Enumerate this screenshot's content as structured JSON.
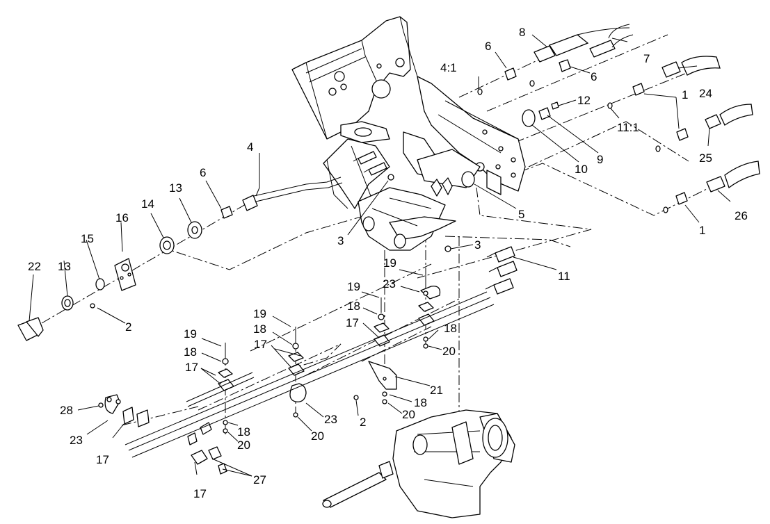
{
  "diagram": {
    "type": "exploded-parts-view",
    "callouts": [
      {
        "id": "c1a",
        "label": "1"
      },
      {
        "id": "c1b",
        "label": "1"
      },
      {
        "id": "c2a",
        "label": "2"
      },
      {
        "id": "c2b",
        "label": "2"
      },
      {
        "id": "c3a",
        "label": "3"
      },
      {
        "id": "c3b",
        "label": "3"
      },
      {
        "id": "c4",
        "label": "4"
      },
      {
        "id": "c4_1",
        "label": "4:1"
      },
      {
        "id": "c5",
        "label": "5"
      },
      {
        "id": "c6a",
        "label": "6"
      },
      {
        "id": "c6b",
        "label": "6"
      },
      {
        "id": "c6c",
        "label": "6"
      },
      {
        "id": "c7",
        "label": "7"
      },
      {
        "id": "c8",
        "label": "8"
      },
      {
        "id": "c9",
        "label": "9"
      },
      {
        "id": "c10",
        "label": "10"
      },
      {
        "id": "c11",
        "label": "11"
      },
      {
        "id": "c11_1",
        "label": "11:1"
      },
      {
        "id": "c12",
        "label": "12"
      },
      {
        "id": "c13a",
        "label": "13"
      },
      {
        "id": "c13b",
        "label": "13"
      },
      {
        "id": "c14",
        "label": "14"
      },
      {
        "id": "c15",
        "label": "15"
      },
      {
        "id": "c16",
        "label": "16"
      },
      {
        "id": "c17a",
        "label": "17"
      },
      {
        "id": "c17b",
        "label": "17"
      },
      {
        "id": "c17c",
        "label": "17"
      },
      {
        "id": "c17d",
        "label": "17"
      },
      {
        "id": "c17e",
        "label": "17"
      },
      {
        "id": "c18a",
        "label": "18"
      },
      {
        "id": "c18b",
        "label": "18"
      },
      {
        "id": "c18c",
        "label": "18"
      },
      {
        "id": "c18d",
        "label": "18"
      },
      {
        "id": "c18e",
        "label": "18"
      },
      {
        "id": "c18f",
        "label": "18"
      },
      {
        "id": "c19a",
        "label": "19"
      },
      {
        "id": "c19b",
        "label": "19"
      },
      {
        "id": "c19c",
        "label": "19"
      },
      {
        "id": "c19d",
        "label": "19"
      },
      {
        "id": "c20a",
        "label": "20"
      },
      {
        "id": "c20b",
        "label": "20"
      },
      {
        "id": "c20c",
        "label": "20"
      },
      {
        "id": "c20d",
        "label": "20"
      },
      {
        "id": "c21",
        "label": "21"
      },
      {
        "id": "c22",
        "label": "22"
      },
      {
        "id": "c23a",
        "label": "23"
      },
      {
        "id": "c23b",
        "label": "23"
      },
      {
        "id": "c23c",
        "label": "23"
      },
      {
        "id": "c24",
        "label": "24"
      },
      {
        "id": "c25",
        "label": "25"
      },
      {
        "id": "c26",
        "label": "26"
      },
      {
        "id": "c27",
        "label": "27"
      },
      {
        "id": "c28",
        "label": "28"
      }
    ]
  }
}
